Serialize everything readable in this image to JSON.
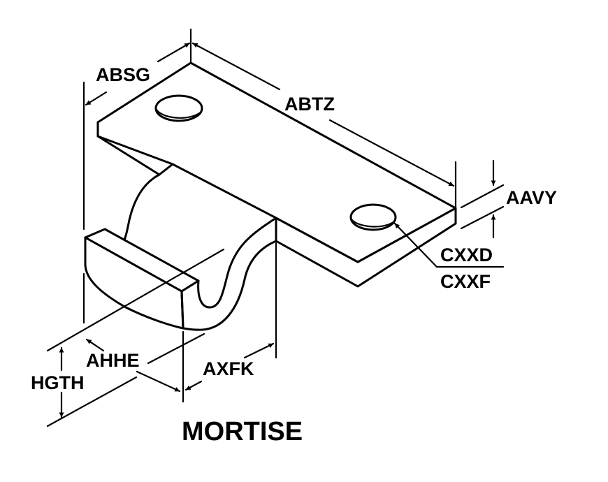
{
  "title": "MORTISE",
  "dimensions": {
    "absg": "ABSG",
    "abtz": "ABTZ",
    "aavy": "AAVY",
    "cxxd": "CXXD",
    "cxxf": "CXXF",
    "ahhe": "AHHE",
    "hgth": "HGTH",
    "axfk": "AXFK"
  }
}
